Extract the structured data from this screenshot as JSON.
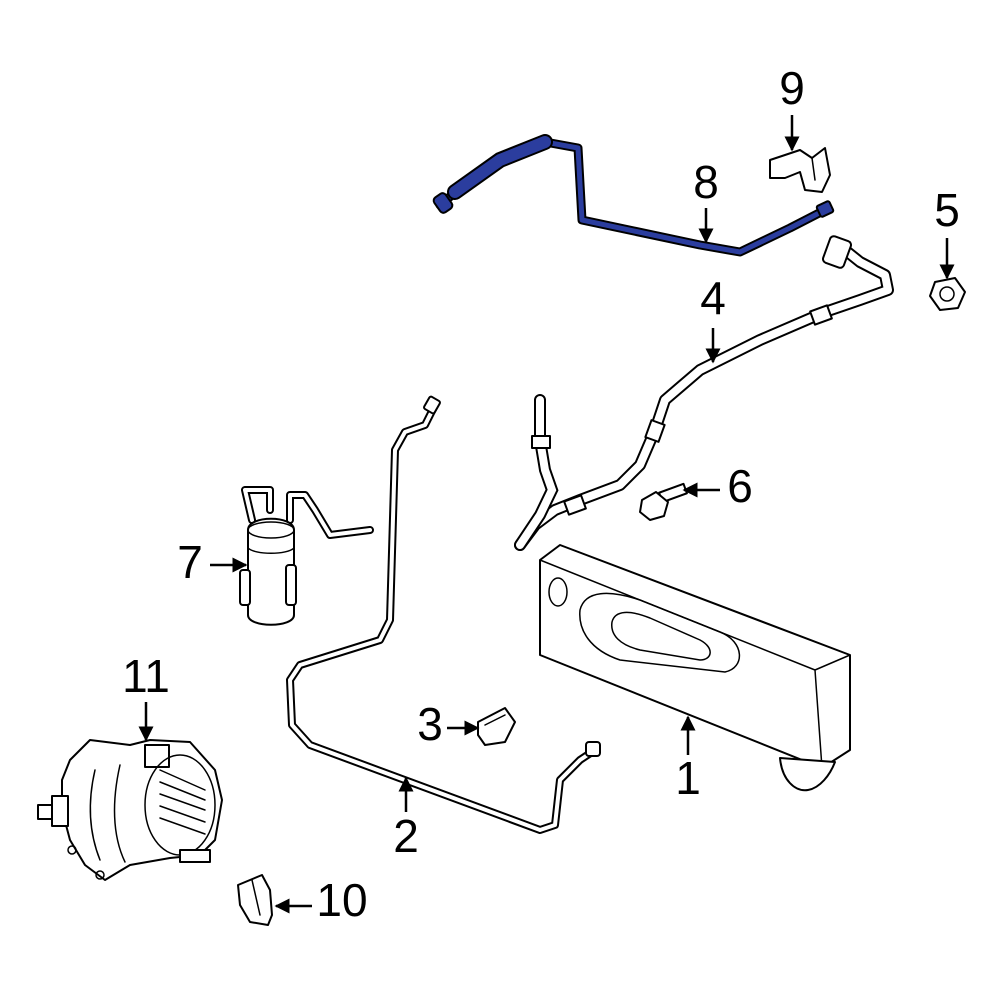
{
  "callouts": {
    "p1": "1",
    "p2": "2",
    "p3": "3",
    "p4": "4",
    "p5": "5",
    "p6": "6",
    "p7": "7",
    "p8": "8",
    "p9": "9",
    "p10": "10",
    "p11": "11"
  },
  "colors": {
    "highlight": "#2b3d9e",
    "line": "#000000",
    "background": "#ffffff"
  }
}
